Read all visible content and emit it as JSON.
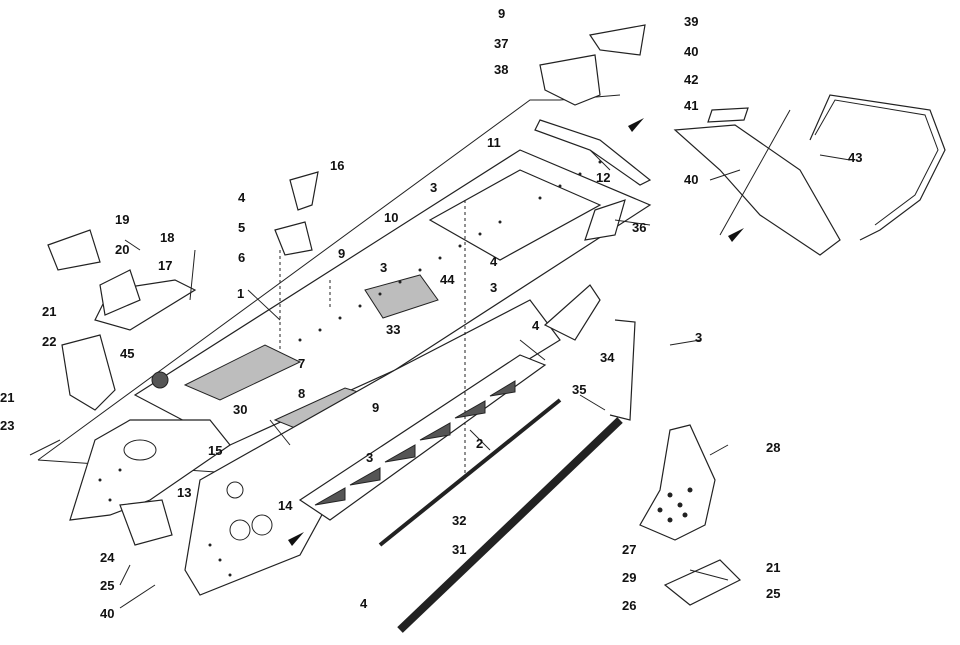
{
  "callouts": [
    "1",
    "2",
    "3",
    "4",
    "5",
    "6",
    "7",
    "8",
    "9",
    "10",
    "11",
    "12",
    "13",
    "14",
    "15",
    "16",
    "17",
    "18",
    "19",
    "20",
    "21",
    "22",
    "23",
    "24",
    "25",
    "26",
    "27",
    "28",
    "29",
    "30",
    "31",
    "32",
    "33",
    "34",
    "35",
    "36",
    "37",
    "38",
    "39",
    "40",
    "41",
    "42",
    "43",
    "44",
    "45"
  ],
  "part_numbers": {
    "p1": "1",
    "p2": "2",
    "p3a": "3",
    "p3b": "3",
    "p3c": "3",
    "p3d": "3",
    "p3e": "3",
    "p4a": "4",
    "p4b": "4",
    "p4c": "4",
    "p4d": "4",
    "p5": "5",
    "p6": "6",
    "p7": "7",
    "p8": "8",
    "p9a": "9",
    "p9b": "9",
    "p9c": "9",
    "p10": "10",
    "p11": "11",
    "p12": "12",
    "p13": "13",
    "p14": "14",
    "p15": "15",
    "p16": "16",
    "p17": "17",
    "p18": "18",
    "p19": "19",
    "p20": "20",
    "p21a": "21",
    "p21b": "21",
    "p21c": "21",
    "p22": "22",
    "p23": "23",
    "p24": "24",
    "p25a": "25",
    "p25b": "25",
    "p26": "26",
    "p27": "27",
    "p28": "28",
    "p29": "29",
    "p30": "30",
    "p31": "31",
    "p32": "32",
    "p33": "33",
    "p34": "34",
    "p35": "35",
    "p36": "36",
    "p37": "37",
    "p38": "38",
    "p39": "39",
    "p40a": "40",
    "p40b": "40",
    "p40c": "40",
    "p41": "41",
    "p42": "42",
    "p43": "43",
    "p44": "44",
    "p45": "45"
  }
}
